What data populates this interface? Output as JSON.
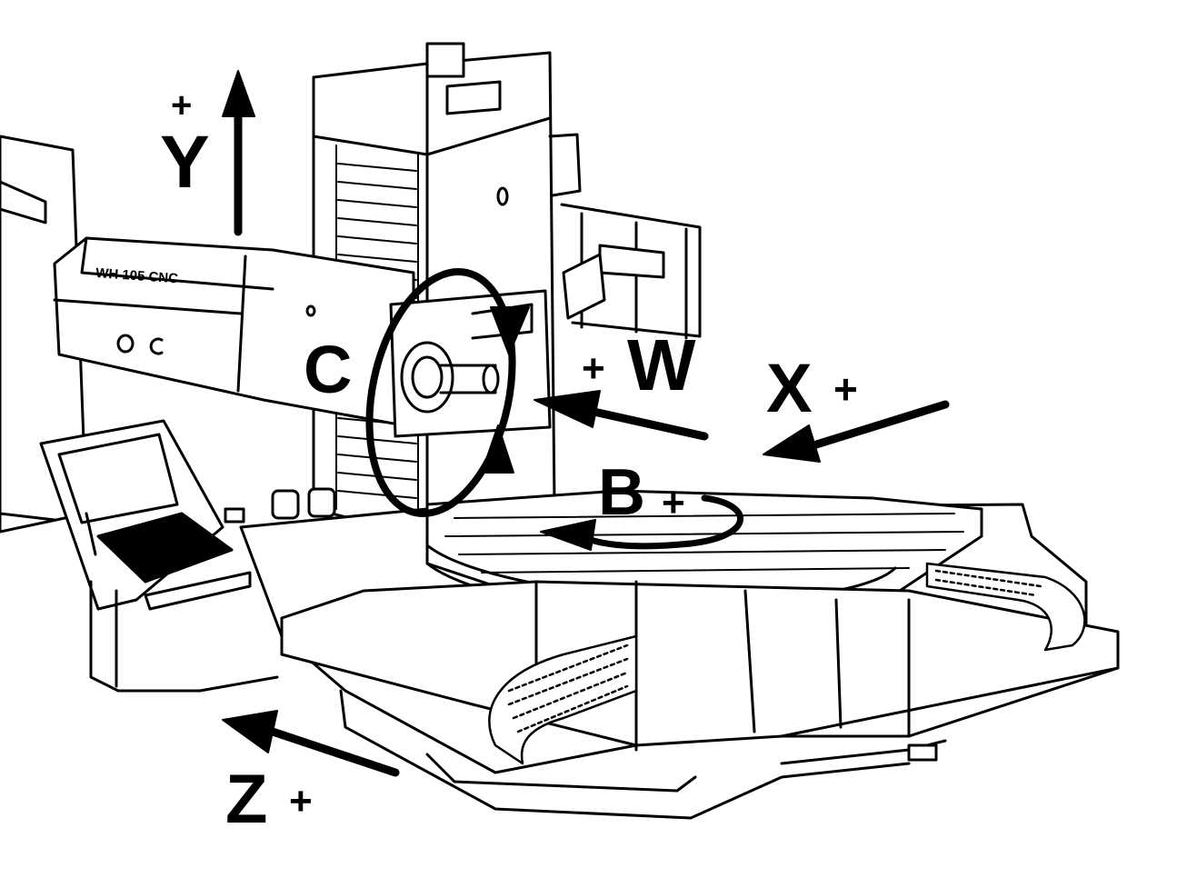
{
  "machine_label": "WH 105 CNC",
  "axes": {
    "y": {
      "letter": "Y",
      "sign": "+"
    },
    "c": {
      "letter": "C"
    },
    "w": {
      "letter": "W",
      "sign": "+"
    },
    "x": {
      "letter": "X",
      "sign": "+"
    },
    "b": {
      "letter": "B",
      "sign": "+"
    },
    "z": {
      "letter": "Z",
      "sign": "+"
    }
  },
  "colors": {
    "ink": "#000000",
    "paper": "#ffffff"
  }
}
